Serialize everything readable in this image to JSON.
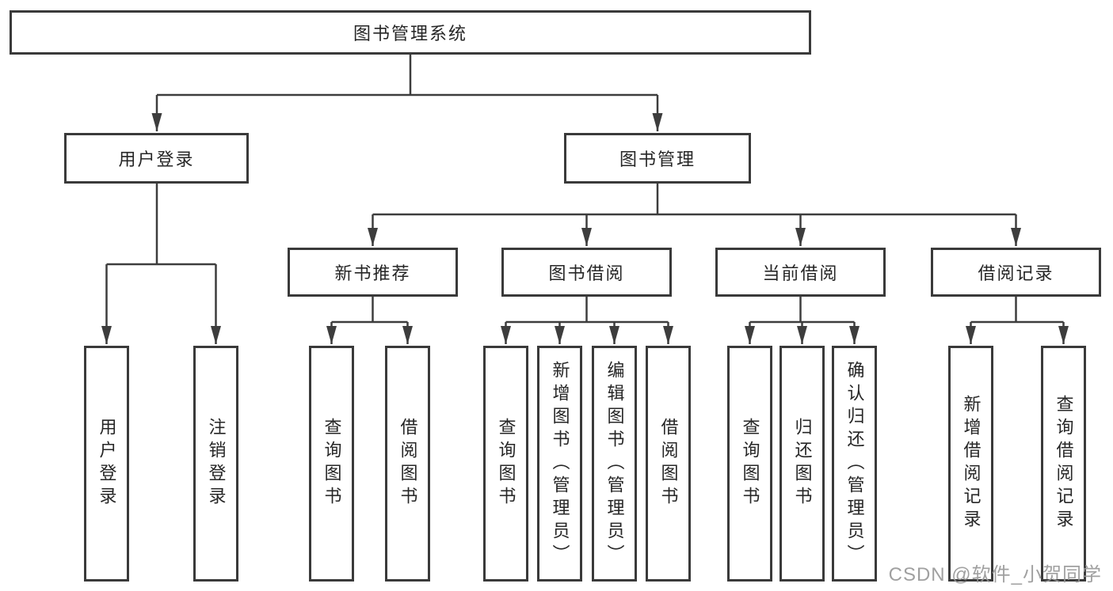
{
  "diagram_title": "图书管理系统",
  "nodes": {
    "root": {
      "label": "图书管理系统"
    },
    "level2": {
      "user_login": {
        "label": "用户登录"
      },
      "book_mgmt": {
        "label": "图书管理"
      }
    },
    "level3": {
      "new_books": {
        "label": "新书推荐"
      },
      "book_borrow": {
        "label": "图书借阅"
      },
      "current_borrow": {
        "label": "当前借阅"
      },
      "borrow_records": {
        "label": "借阅记录"
      }
    },
    "leaves": {
      "login": {
        "label": "用户登录"
      },
      "logout": {
        "label": "注销登录"
      },
      "nb_query": {
        "label": "查询图书"
      },
      "nb_borrow": {
        "label": "借阅图书"
      },
      "bb_query": {
        "label": "查询图书"
      },
      "bb_add": {
        "label": "新增图书（管理员）"
      },
      "bb_edit": {
        "label": "编辑图书（管理员）"
      },
      "bb_borrow": {
        "label": "借阅图书"
      },
      "cb_query": {
        "label": "查询图书"
      },
      "cb_return": {
        "label": "归还图书"
      },
      "cb_confirm": {
        "label": "确认归还（管理员）"
      },
      "br_add": {
        "label": "新增借阅记录"
      },
      "br_query": {
        "label": "查询借阅记录"
      }
    }
  },
  "watermark": {
    "text": "CSDN @软件_小贺同学"
  },
  "colors": {
    "line": "#3d3d3d",
    "box_border": "#3a3a3a",
    "text": "#262626",
    "watermark": "#969696",
    "background": "#ffffff"
  }
}
